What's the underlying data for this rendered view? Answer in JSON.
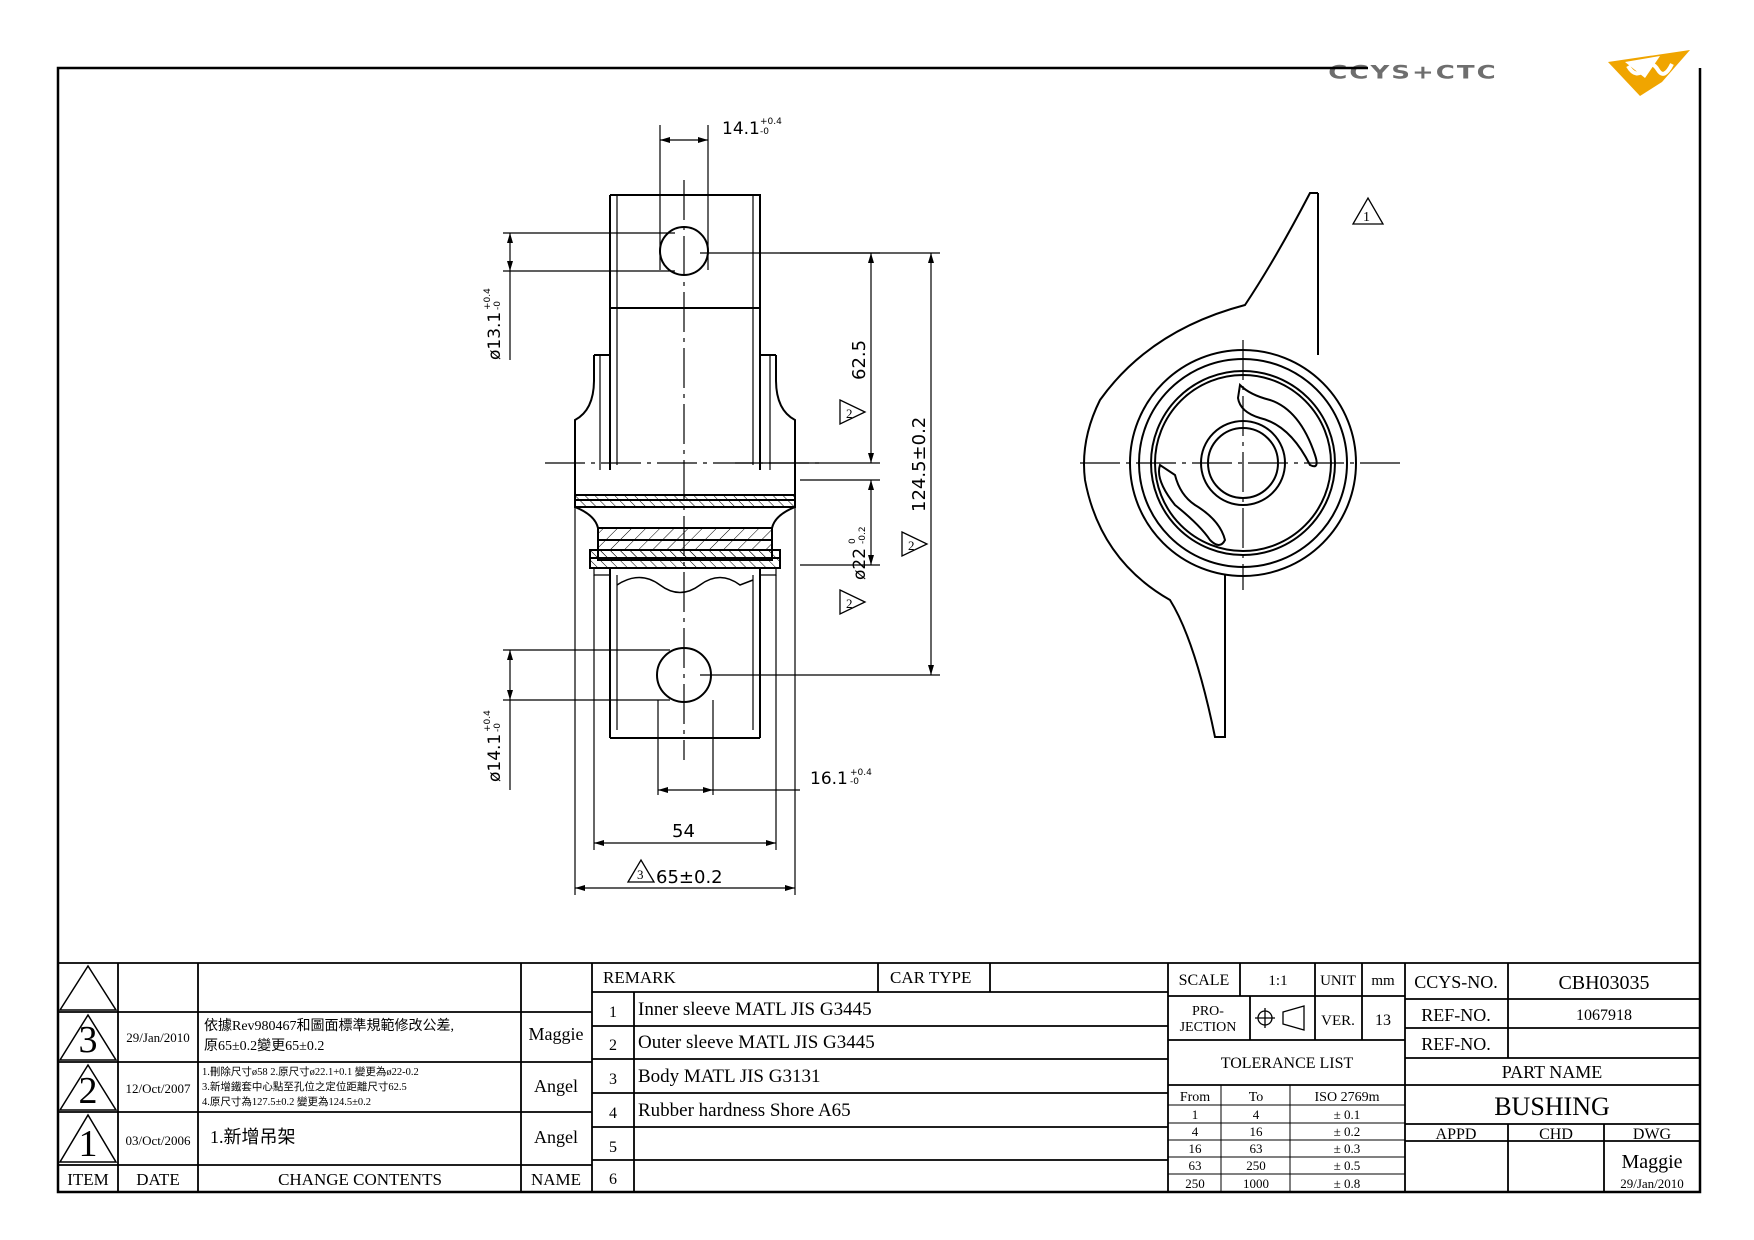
{
  "logo": {
    "text": "CCYS+CTC",
    "colors": {
      "dark": "#6e6e6e",
      "accent": "#f0a500"
    }
  },
  "dimensions": {
    "top_hole_spacing": "14.1",
    "top_hole_spacing_tol_upper": "+0.4",
    "top_hole_spacing_tol_lower": "-0",
    "dia_top_hole": "ø13.1",
    "dia_top_hole_tol_upper": "+0.4",
    "dia_top_hole_tol_lower": "-0",
    "center_distance": "62.5",
    "center_distance_rev": "2",
    "overall_length": "124.5±0.2",
    "overall_length_rev": "2",
    "dia_inner": "ø22",
    "dia_inner_tol_upper": "0",
    "dia_inner_tol_lower": "-0.2",
    "dia_inner_rev": "2",
    "dia_bottom_hole": "ø14.1",
    "dia_bottom_hole_tol_upper": "+0.4",
    "dia_bottom_hole_tol_lower": "-0",
    "bottom_hole_spacing": "16.1",
    "bottom_hole_spacing_tol_upper": "+0.4",
    "bottom_hole_spacing_tol_lower": "-0",
    "width_54": "54",
    "width_65": "65±0.2",
    "width_65_rev": "3",
    "side_view_rev": "1"
  },
  "revision_table": {
    "headers": {
      "item": "ITEM",
      "date": "DATE",
      "change": "CHANGE CONTENTS",
      "name": "NAME"
    },
    "rows": [
      {
        "item": "3",
        "date": "29/Jan/2010",
        "change_line1": "依據Rev980467和圖面標準規範修改公差,",
        "change_line2": "原65±0.2變更65±0.2",
        "name": "Maggie"
      },
      {
        "item": "2",
        "date": "12/Oct/2007",
        "change_line1": "1.刪除尺寸ø58 2.原尺寸ø22.1+0.1 變更為ø22-0.2",
        "change_line2": "3.新增鐵套中心點至孔位之定位距離尺寸62.5",
        "change_line3": "4.原尺寸為127.5±0.2 變更為124.5±0.2",
        "name": "Angel"
      },
      {
        "item": "1",
        "date": "03/Oct/2006",
        "change_line1": "1.新增吊架",
        "name": "Angel"
      }
    ]
  },
  "remarks": {
    "header": "REMARK",
    "car_type_label": "CAR TYPE",
    "car_type_value": "",
    "items": [
      {
        "no": "1",
        "text": "Inner sleeve MATL JIS G3445"
      },
      {
        "no": "2",
        "text": "Outer sleeve MATL JIS G3445"
      },
      {
        "no": "3",
        "text": "Body MATL JIS G3131"
      },
      {
        "no": "4",
        "text": "Rubber hardness Shore A65"
      },
      {
        "no": "5",
        "text": ""
      },
      {
        "no": "6",
        "text": ""
      }
    ]
  },
  "title_block": {
    "scale_label": "SCALE",
    "scale_value": "1:1",
    "unit_label": "UNIT",
    "unit_value": "mm",
    "projection_label_1": "PRO-",
    "projection_label_2": "JECTION",
    "ver_label": "VER.",
    "ver_value": "13",
    "tolerance_title": "TOLERANCE LIST",
    "tolerance_headers": {
      "from": "From",
      "to": "To",
      "std": "ISO 2769m"
    },
    "tolerance_rows": [
      {
        "from": "1",
        "to": "4",
        "tol": "± 0.1"
      },
      {
        "from": "4",
        "to": "16",
        "tol": "± 0.2"
      },
      {
        "from": "16",
        "to": "63",
        "tol": "± 0.3"
      },
      {
        "from": "63",
        "to": "250",
        "tol": "± 0.5"
      },
      {
        "from": "250",
        "to": "1000",
        "tol": "± 0.8"
      }
    ],
    "ccys_no_label": "CCYS-NO.",
    "ccys_no_value": "CBH03035",
    "ref_no_label_1": "REF-NO.",
    "ref_no_value_1": "1067918",
    "ref_no_label_2": "REF-NO.",
    "ref_no_value_2": "",
    "part_name_label": "PART NAME",
    "part_name_value": "BUSHING",
    "appd_label": "APPD",
    "chd_label": "CHD",
    "dwg_label": "DWG",
    "dwg_name": "Maggie",
    "dwg_date": "29/Jan/2010"
  }
}
